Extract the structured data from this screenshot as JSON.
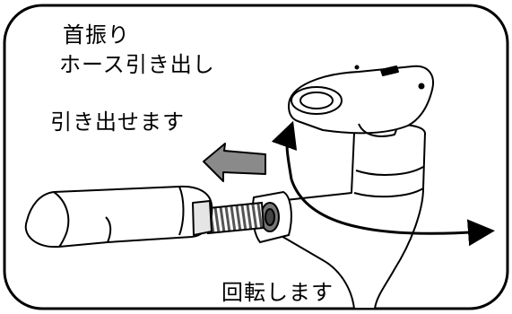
{
  "labels": {
    "title_line1": "首振り",
    "title_line2": "ホース引き出し",
    "pull_out": "引き出せます",
    "rotate": "回転します"
  },
  "icons": [
    "pull-out-arrow-icon",
    "rotation-arrow-icon"
  ],
  "colors": {
    "outline": "#000000",
    "background": "#ffffff",
    "pull_arrow": "#8a8a8a",
    "hose": "#9a9a9a"
  }
}
